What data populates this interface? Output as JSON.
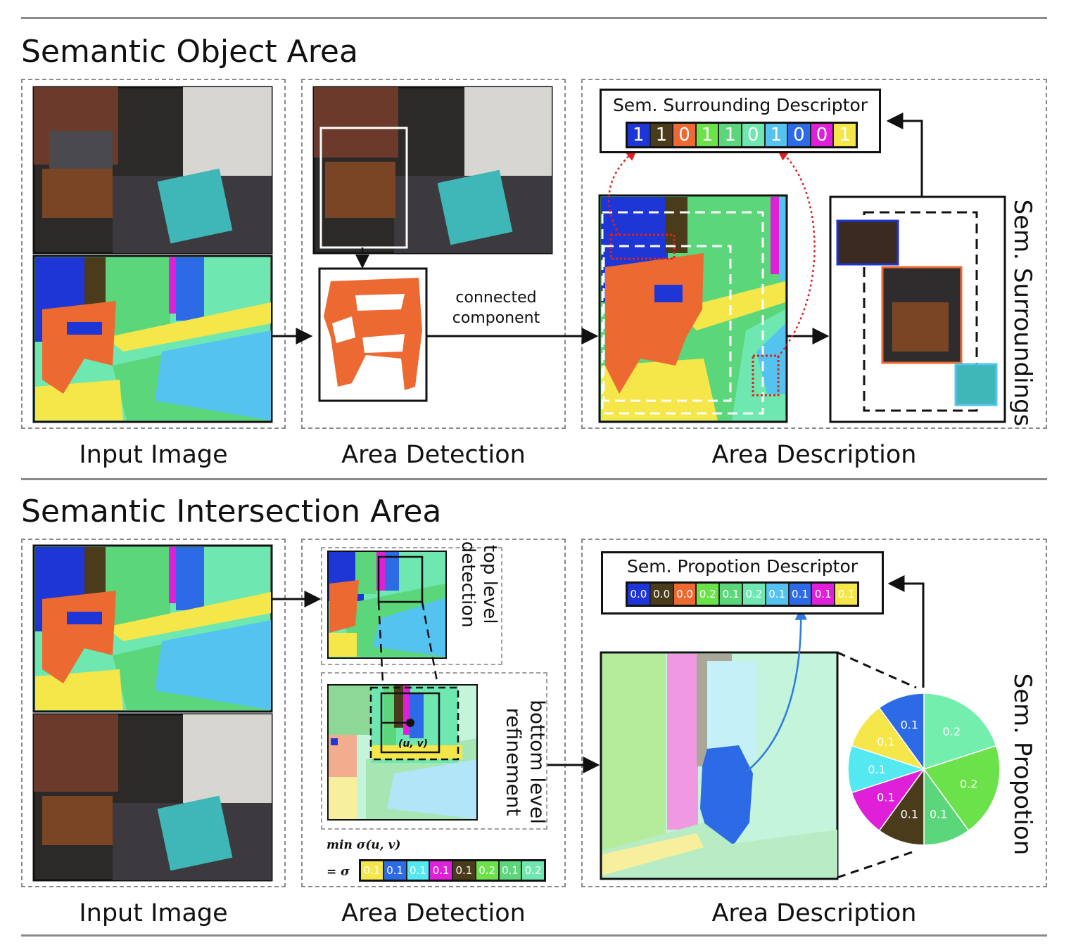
{
  "top_section": {
    "title": "Semantic Object Area",
    "captions": {
      "input": "Input Image",
      "detection": "Area Detection",
      "description": "Area Description"
    },
    "edge_label_line1": "connected",
    "edge_label_line2": "component",
    "descriptor": {
      "title": "Sem. Surrounding Descriptor",
      "cells": [
        {
          "value": "1",
          "color": "#1f36d6"
        },
        {
          "value": "1",
          "color": "#4a3c1a"
        },
        {
          "value": "0",
          "color": "#ec6a32"
        },
        {
          "value": "1",
          "color": "#6ce24a"
        },
        {
          "value": "1",
          "color": "#5cd67a"
        },
        {
          "value": "0",
          "color": "#6ee8b0"
        },
        {
          "value": "1",
          "color": "#54c3f0"
        },
        {
          "value": "0",
          "color": "#2d6ae6"
        },
        {
          "value": "0",
          "color": "#e020d8"
        },
        {
          "value": "1",
          "color": "#f5e64a"
        }
      ]
    },
    "side_label": "Sem. Surroundings"
  },
  "bottom_section": {
    "title": "Semantic Intersection Area",
    "captions": {
      "input": "Input Image",
      "detection": "Area Detection",
      "description": "Area Description"
    },
    "top_level_line1": "top level",
    "top_level_line2": "detection",
    "bottom_level_line1": "bottom level",
    "bottom_level_line2": "refinement",
    "uv_label": "(u, v)",
    "formula_line1": "min σ(u, v)",
    "formula_line2": "= σ",
    "sigma_cells": [
      {
        "value": "0.1",
        "color": "#f5e64a"
      },
      {
        "value": "0.1",
        "color": "#2d6ae6"
      },
      {
        "value": "0.1",
        "color": "#54e8f0"
      },
      {
        "value": "0.1",
        "color": "#e020d8"
      },
      {
        "value": "0.1",
        "color": "#4a3c1a"
      },
      {
        "value": "0.2",
        "color": "#6ce24a"
      },
      {
        "value": "0.1",
        "color": "#5cd67a"
      },
      {
        "value": "0.2",
        "color": "#6ee8b0"
      }
    ],
    "descriptor": {
      "title": "Sem. Propotion Descriptor",
      "cells": [
        {
          "value": "0.0",
          "color": "#1f36d6"
        },
        {
          "value": "0.0",
          "color": "#4a3c1a"
        },
        {
          "value": "0.0",
          "color": "#ec6a32"
        },
        {
          "value": "0.2",
          "color": "#6ce24a"
        },
        {
          "value": "0.1",
          "color": "#5cd67a"
        },
        {
          "value": "0.2",
          "color": "#6ee8b0"
        },
        {
          "value": "0.1",
          "color": "#54c3f0"
        },
        {
          "value": "0.1",
          "color": "#2d6ae6"
        },
        {
          "value": "0.1",
          "color": "#e020d8"
        },
        {
          "value": "0.1",
          "color": "#f5e64a"
        }
      ]
    },
    "pie": [
      {
        "value": 0.2,
        "label": "0.2",
        "color": "#73eeac"
      },
      {
        "value": 0.2,
        "label": "0.2",
        "color": "#6ce24a"
      },
      {
        "value": 0.1,
        "label": "0.1",
        "color": "#5cd67a"
      },
      {
        "value": 0.1,
        "label": "0.1",
        "color": "#4a3c1a"
      },
      {
        "value": 0.1,
        "label": "0.1",
        "color": "#e020d8"
      },
      {
        "value": 0.1,
        "label": "0.1",
        "color": "#54e8f0"
      },
      {
        "value": 0.1,
        "label": "0.1",
        "color": "#f5e64a"
      },
      {
        "value": 0.1,
        "label": "0.1",
        "color": "#2d6ae6"
      }
    ],
    "side_label": "Sem. Propotion"
  }
}
